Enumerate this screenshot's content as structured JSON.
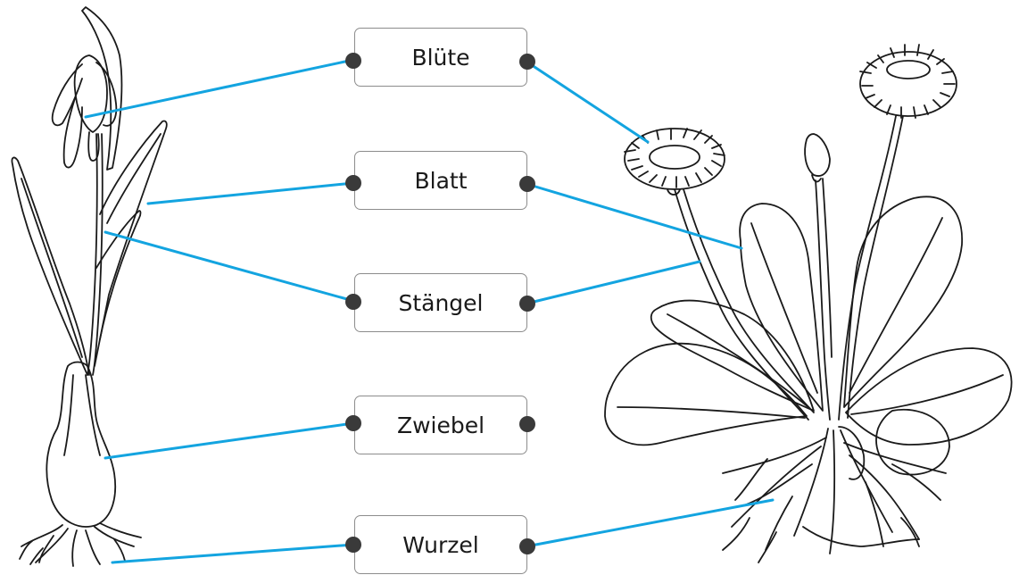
{
  "labels": {
    "bluete": "Blüte",
    "blatt": "Blatt",
    "staengel": "Stängel",
    "zwiebel": "Zwiebel",
    "wurzel": "Wurzel"
  },
  "colors": {
    "connector": "#13a4e0",
    "dot": "#3a3a3a",
    "outline": "#1a1a1a",
    "box_border": "#8c8c8c"
  },
  "illustrations": {
    "left": "snowdrop-plant",
    "right": "daisy-plant"
  }
}
